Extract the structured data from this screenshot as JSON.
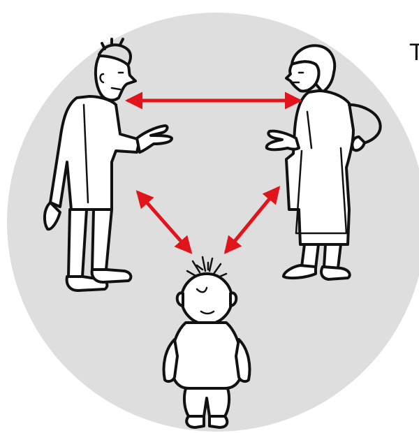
{
  "diagram": {
    "edge_glyph": "T",
    "colors": {
      "background": "#ffffff",
      "circle": "#dedede",
      "arrow": "#e0141a",
      "ink": "#111111"
    },
    "figures": [
      {
        "id": "father",
        "icon": "man-pointing-figure"
      },
      {
        "id": "mother",
        "icon": "woman-pointing-figure"
      },
      {
        "id": "child",
        "icon": "child-figure"
      }
    ],
    "arrows": [
      {
        "from": "father",
        "to": "mother",
        "style": "double-headed"
      },
      {
        "from": "father",
        "to": "child",
        "style": "double-headed"
      },
      {
        "from": "mother",
        "to": "child",
        "style": "double-headed"
      }
    ]
  }
}
